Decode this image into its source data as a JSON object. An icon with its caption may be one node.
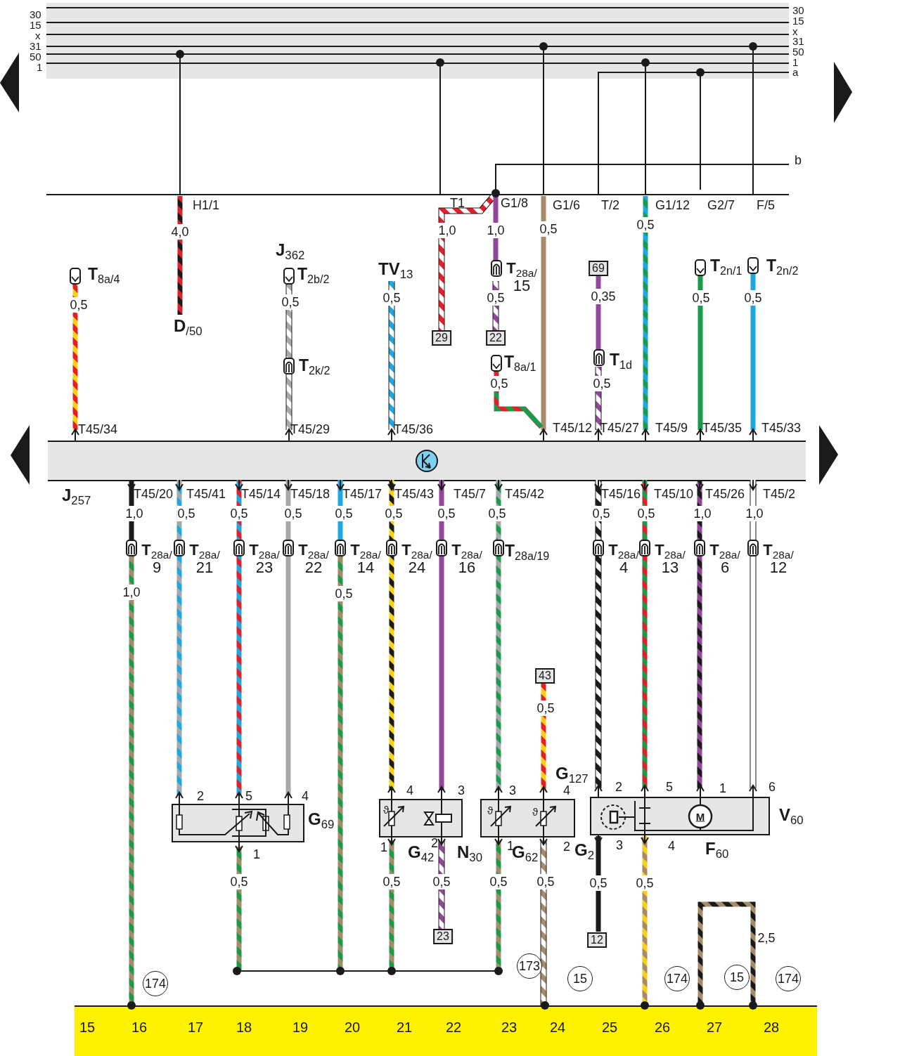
{
  "diagram": {
    "labels": [
      "30",
      "15",
      "x",
      "31",
      "50",
      "1",
      "30",
      "15",
      "x",
      "31",
      "50",
      "1",
      "a",
      "b",
      "H1/1",
      "T1",
      "G1/8",
      "G1/6",
      "T/2",
      "G1/12",
      "G2/7",
      "F/5",
      "4,0",
      "1,0",
      "1,0",
      "0,5",
      "0,5",
      "**J**$_{362}$",
      "**T**$_{8a/4}$",
      "**T**$_{2b/2}$",
      "**TV**$_{13}$",
      "**T**$_{28a/}$ 15",
      "69",
      "**T**$_{2n/1}$",
      "**T**$_{2n/2}$",
      "0,35",
      "0,5",
      "0,5",
      "0,5",
      "0,5",
      "0,5",
      "0,5",
      "**D**$_{/50}$",
      "29",
      "22",
      "**T**$_{2k/2}$",
      "**T**$_{8a/1}$",
      "**T**$_{1d}$",
      "0,5",
      "0,5",
      "T45/34",
      "T45/29",
      "T45/36",
      "T45/12",
      "T45/27",
      "T45/9",
      "T45/35",
      "T45/33",
      "**J**$_{257}$",
      "T45/20",
      "T45/41",
      "T45/14",
      "T45/18",
      "T45/17",
      "T45/43",
      "T45/7",
      "T45/42",
      "T45/16",
      "T45/10",
      "T45/26",
      "T45/2",
      "1,0",
      "0,5",
      "0,5",
      "0,5",
      "0,5",
      "0,5",
      "0,5",
      "0,5",
      "0,5",
      "0,5",
      "1,0",
      "1,0",
      "**T**$_{28a/}$ 9",
      "**T**$_{28a/}$ 21",
      "**T**$_{28a/}$ 23",
      "**T**$_{28a/}$ 22",
      "**T**$_{28a/}$ 14",
      "**T**$_{28a/}$ 24",
      "**T**$_{28a/}$ 16",
      "**T**$_{28a/19}$",
      "**T**$_{28a/}$ 4",
      "**T**$_{28a/}$ 13",
      "**T**$_{28a/}$ 6",
      "**T**$_{28a/}$ 12",
      "1,0",
      "0,5",
      "43",
      "0,5",
      "**G**$_{127}$",
      "2",
      "5",
      "4",
      "4",
      "3",
      "3",
      "4",
      "2",
      "5",
      "1",
      "6",
      "ϑ",
      "ϑ",
      "ϑ",
      "M",
      "**G**$_{69}$",
      "**V**$_{60}$",
      "1",
      "1",
      "2",
      "1",
      "2",
      "3",
      "4",
      "**G**$_{42}$",
      "**N**$_{30}$",
      "**G**$_{62}$",
      "**G**$_{2}$",
      "**F**$_{60}$",
      "0,5",
      "0,5",
      "0,5",
      "0,5",
      "0,5",
      "0,5",
      "0,5",
      "23",
      "12",
      "2,5",
      "174",
      "173",
      "15",
      "174",
      "15",
      "174",
      "15",
      "16",
      "17",
      "18",
      "19",
      "20",
      "21",
      "22",
      "23",
      "24",
      "25",
      "26",
      "27",
      "28"
    ]
  }
}
